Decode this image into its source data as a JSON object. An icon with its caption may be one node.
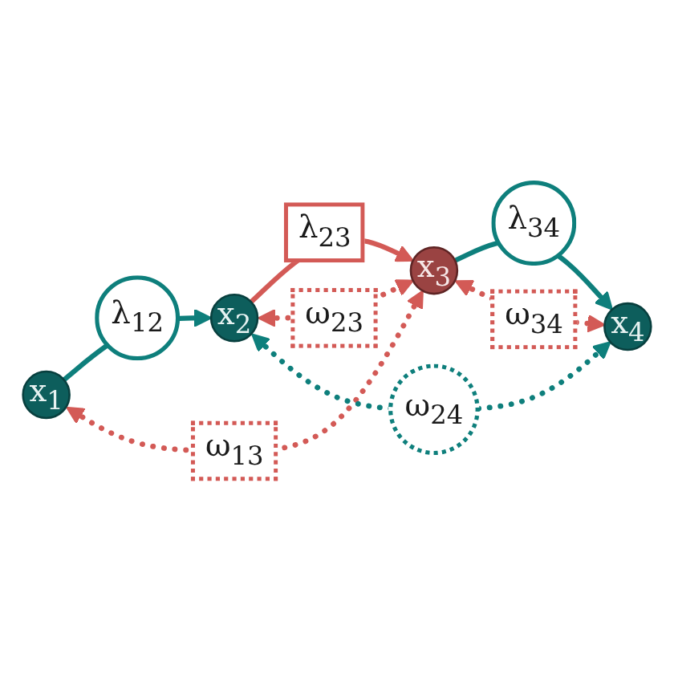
{
  "diagram": {
    "nodes": [
      {
        "text": [
          "x$_{1}$"
        ]
      },
      {
        "text": [
          "x$_{2}$"
        ]
      },
      {
        "text": [
          "x$_{3}$"
        ]
      },
      {
        "text": [
          "x$_{4}$"
        ]
      }
    ],
    "edges": [
      {
        "from": 0,
        "to": 1,
        "arrow": "to",
        "label": "λ$_{12}$",
        "color": "#0e7f7c"
      },
      {
        "from": 1,
        "to": 2,
        "arrow": "to",
        "label": "λ$_{23}$"
      },
      {
        "from": 2,
        "to": 3,
        "arrow": "to",
        "label": "λ$_{34}$",
        "color": "#0e7f7c"
      },
      {
        "from": 0,
        "to": 2,
        "arrow": "both",
        "label": "ω$_{13}$",
        "style": "dashed"
      },
      {
        "from": 1,
        "to": 2,
        "arrow": "both",
        "label": "ω$_{23}$",
        "style": "dashed"
      },
      {
        "from": 1,
        "to": 3,
        "arrow": "both",
        "label": "ω$_{24}$",
        "style": "dashed",
        "color": "#0e7f7c"
      },
      {
        "from": 2,
        "to": 3,
        "arrow": "both",
        "label": "ω$_{34}$",
        "style": "dashed"
      }
    ]
  }
}
